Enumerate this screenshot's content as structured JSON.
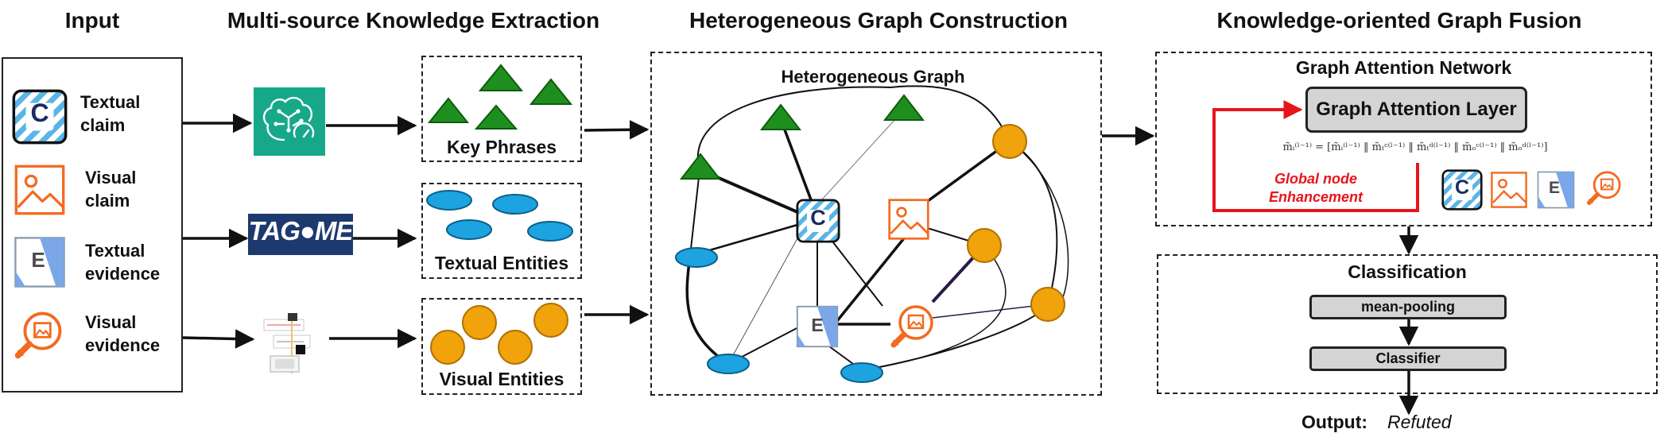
{
  "stages": {
    "input": "Input",
    "extraction": "Multi-source Knowledge Extraction",
    "construction": "Heterogeneous Graph Construction",
    "fusion": "Knowledge-oriented Graph Fusion"
  },
  "inputs": {
    "textual_claim": "Textual\nclaim",
    "visual_claim": "Visual\nclaim",
    "textual_evidence": "Textual\nevidence",
    "visual_evidence": "Visual\nevidence"
  },
  "extraction": {
    "key_phrases": "Key Phrases",
    "textual_entities": "Textual Entities",
    "visual_entities": "Visual Entities",
    "tagme_logo": "TAG●ME"
  },
  "graph": {
    "title": "Heterogeneous Graph",
    "node_letters": {
      "claim": "C",
      "evidence": "E"
    }
  },
  "fusion": {
    "gat_title": "Graph Attention Network",
    "gat_layer": "Graph Attention Layer",
    "formula": "m̃ᵢ⁽ˡ⁻¹⁾ = [m̃ᵢ⁽ˡ⁻¹⁾ ‖ m̃ₜᶜ⁽ˡ⁻¹⁾ ‖ m̃ₜᵈ⁽ˡ⁻¹⁾ ‖ m̃ₒᶜ⁽ˡ⁻¹⁾ ‖ m̃ₒᵈ⁽ˡ⁻¹⁾]",
    "global_node": "Global node\nEnhancement",
    "classification_title": "Classification",
    "mean_pooling": "mean-pooling",
    "classifier": "Classifier",
    "output_label": "Output:",
    "output_value": "Refuted"
  },
  "colors": {
    "triangle_fill": "#1e8f1e",
    "triangle_stroke": "#0d5c0d",
    "ellipse_fill": "#1ca3e0",
    "ellipse_stroke": "#0a5f8a",
    "circle_fill": "#f0a30a",
    "circle_stroke": "#b06f00",
    "claim_stripe": "#5ab4e6",
    "claim_letter": "#1a2b66",
    "visual_orange": "#f46a1f",
    "evidence_blue": "#7ba7e8",
    "brain_teal": "#17a88a",
    "tagme_navy": "#1c3a6e",
    "enhancement_red": "#e8141c",
    "grey_box": "#d4d4d4"
  },
  "icons": {
    "textual_claim": "striped-claim-icon",
    "visual_claim": "image-icon",
    "textual_evidence": "document-icon",
    "visual_evidence": "magnifier-image-icon",
    "keyphrase_tool": "brain-circuit-icon",
    "entity_tool": "tagme-logo",
    "visual_tool": "detection-pipeline-icon"
  }
}
